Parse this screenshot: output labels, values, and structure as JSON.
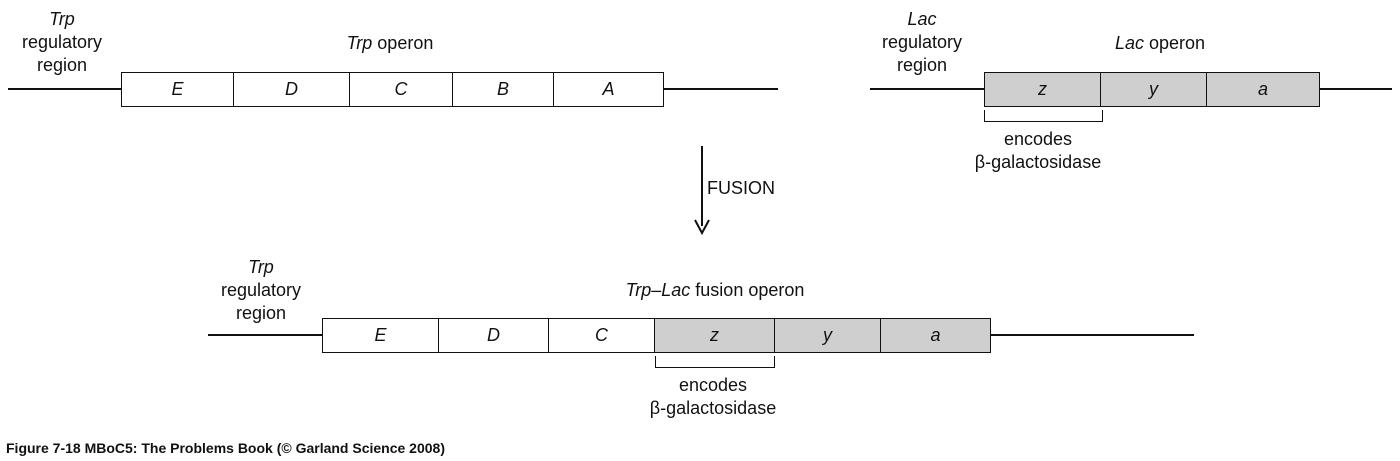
{
  "trp_top": {
    "regulatory": [
      "Trp",
      "regulatory",
      "region"
    ],
    "operon_prefix": "Trp",
    "operon_suffix": " operon",
    "genes": [
      "E",
      "D",
      "C",
      "B",
      "A"
    ]
  },
  "lac_top": {
    "regulatory": [
      "Lac",
      "regulatory",
      "region"
    ],
    "operon_prefix": "Lac",
    "operon_suffix": " operon",
    "genes": [
      "z",
      "y",
      "a"
    ],
    "encodes": [
      "encodes",
      "β-galactosidase"
    ]
  },
  "arrow": {
    "label": "FUSION"
  },
  "fusion": {
    "regulatory": [
      "Trp",
      "regulatory",
      "region"
    ],
    "operon_prefix": "Trp–Lac",
    "operon_suffix": " fusion operon",
    "trp_genes": [
      "E",
      "D",
      "C"
    ],
    "lac_genes": [
      "z",
      "y",
      "a"
    ],
    "encodes": [
      "encodes",
      "β-galactosidase"
    ]
  },
  "caption": "Figure 7-18  MBoC5: The Problems Book (© Garland Science 2008)",
  "colors": {
    "line": "#111111",
    "trp_gene_fill": "#ffffff",
    "lac_gene_fill": "#cfcfcf"
  }
}
